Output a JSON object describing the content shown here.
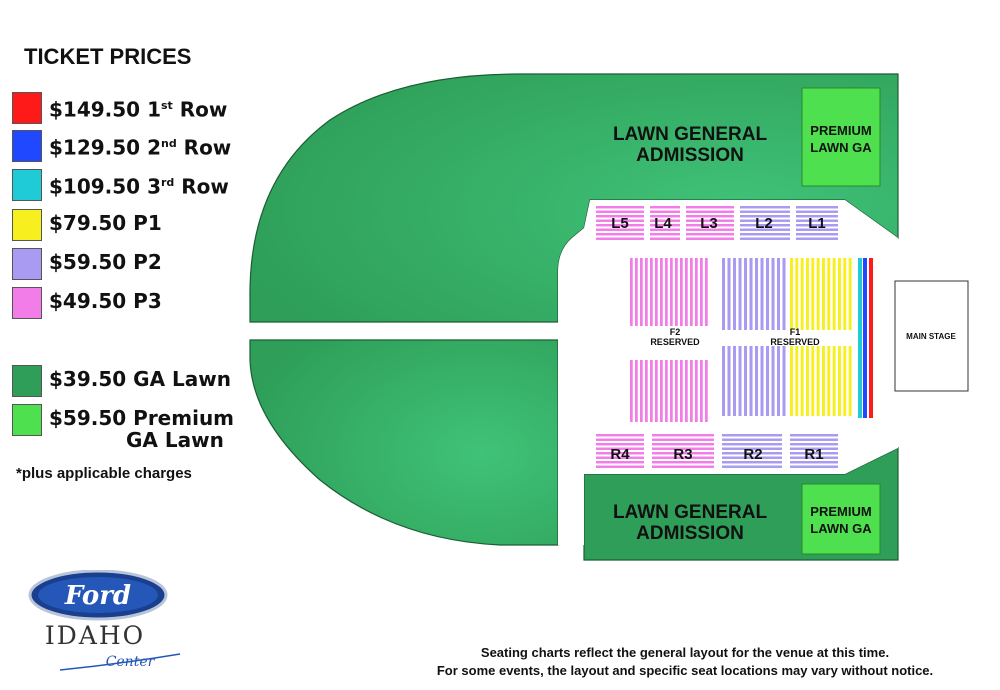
{
  "legend": {
    "title": "TICKET PRICES",
    "items": [
      {
        "price": "$149.50",
        "tier": "1",
        "suffix": "st",
        "rest": " Row",
        "color": "#ff1a1a"
      },
      {
        "price": "$129.50",
        "tier": "2",
        "suffix": "nd",
        "rest": " Row",
        "color": "#1f48ff"
      },
      {
        "price": "$109.50",
        "tier": "3",
        "suffix": "rd",
        "rest": " Row",
        "color": "#1ecbd6"
      },
      {
        "price": "$79.50",
        "tier": "P1",
        "suffix": "",
        "rest": "",
        "color": "#f7ef1e"
      },
      {
        "price": "$59.50",
        "tier": "P2",
        "suffix": "",
        "rest": "",
        "color": "#aa9bf2"
      },
      {
        "price": "$49.50",
        "tier": "P3",
        "suffix": "",
        "rest": "",
        "color": "#f37de8"
      },
      {
        "price": "$39.50",
        "tier": "GA Lawn",
        "suffix": "",
        "rest": "",
        "color": "#2e9e58"
      },
      {
        "price": "$59.50",
        "tier": "Premium",
        "suffix": "",
        "rest": "",
        "line2": "GA Lawn",
        "color": "#4ee04e"
      }
    ],
    "charges_note": "*plus applicable charges"
  },
  "map": {
    "lawn_top_label_1": "LAWN GENERAL",
    "lawn_top_label_2": "ADMISSION",
    "lawn_bottom_label_1": "LAWN GENERAL",
    "lawn_bottom_label_2": "ADMISSION",
    "premium_top_1": "PREMIUM",
    "premium_top_2": "LAWN GA",
    "premium_bottom_1": "PREMIUM",
    "premium_bottom_2": "LAWN GA",
    "sections_left": [
      "L5",
      "L4",
      "L3",
      "L2",
      "L1"
    ],
    "sections_right": [
      "R4",
      "R3",
      "R2",
      "R1"
    ],
    "f1_label_1": "F1",
    "f1_label_2": "RESERVED",
    "f2_label_1": "F2",
    "f2_label_2": "RESERVED",
    "main_stage": "MAIN STAGE",
    "colors": {
      "lawn": "#2e9e58",
      "lawn_light": "#40c278",
      "premium": "#4ee04e",
      "p1": "#f7ef1e",
      "p2": "#aa9bf2",
      "p3": "#f37de8",
      "row1": "#ff1a1a",
      "row2": "#1f48ff",
      "row3": "#1ecbd6"
    }
  },
  "disclaimer": {
    "line1": "Seating charts reflect the general layout for the venue at this time.",
    "line2": "For some events, the layout and specific seat locations may vary without notice."
  },
  "logo": {
    "brand": "Ford",
    "venue": "IDAHO",
    "sub": "Center"
  }
}
